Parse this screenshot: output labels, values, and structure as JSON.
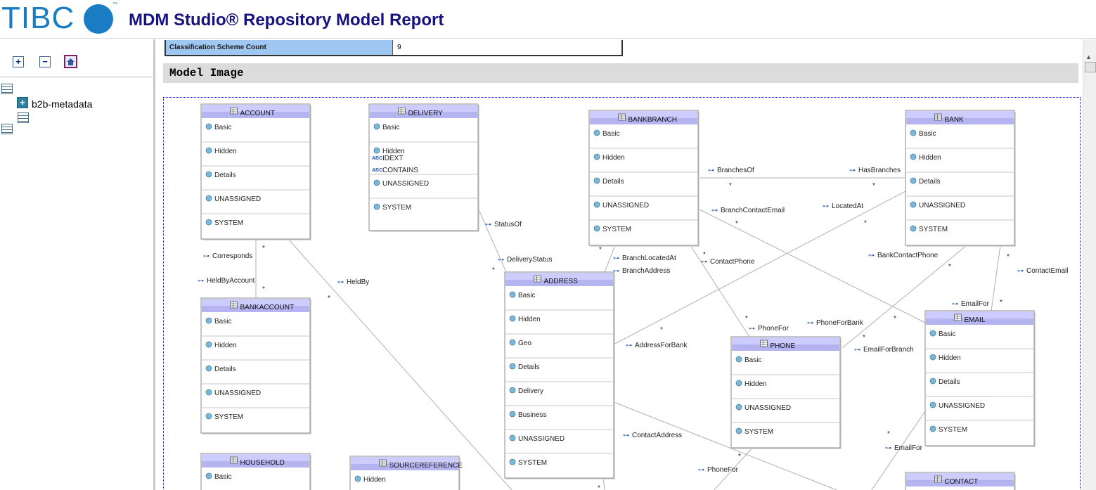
{
  "header": {
    "logo_text": "TIBC",
    "logo_tm": "™",
    "title": "MDM Studio® Repository Model Report"
  },
  "toolbar": {
    "expand_label": "+",
    "collapse_label": "−"
  },
  "tree": {
    "node_label": "b2b-metadata"
  },
  "summary": {
    "label": "Classification Scheme Count",
    "value": "9"
  },
  "section": {
    "title": "Model Image"
  },
  "colors": {
    "brand": "#1a7dc3",
    "title": "#16127e",
    "entity_header": "#ccccff",
    "count_label_bg": "#9ec8f2"
  },
  "entities": [
    {
      "id": "ACCOUNT",
      "groups": [
        "Basic",
        "Hidden",
        "Details",
        "UNASSIGNED",
        "SYSTEM"
      ]
    },
    {
      "id": "DELIVERY",
      "groups": [
        "Basic",
        "Hidden",
        "UNASSIGNED",
        "SYSTEM"
      ],
      "attributes": [
        "IDEXT",
        "CONTAINS"
      ]
    },
    {
      "id": "BANKBRANCH",
      "groups": [
        "Basic",
        "Hidden",
        "Details",
        "UNASSIGNED",
        "SYSTEM"
      ]
    },
    {
      "id": "BANK",
      "groups": [
        "Basic",
        "Hidden",
        "Details",
        "UNASSIGNED",
        "SYSTEM"
      ]
    },
    {
      "id": "BANKACCOUNT",
      "groups": [
        "Basic",
        "Hidden",
        "Details",
        "UNASSIGNED",
        "SYSTEM"
      ]
    },
    {
      "id": "ADDRESS",
      "groups": [
        "Basic",
        "Hidden",
        "Geo",
        "Details",
        "Delivery",
        "Business",
        "UNASSIGNED",
        "SYSTEM"
      ]
    },
    {
      "id": "PHONE",
      "groups": [
        "Basic",
        "Hidden",
        "UNASSIGNED",
        "SYSTEM"
      ]
    },
    {
      "id": "EMAIL",
      "groups": [
        "Basic",
        "Hidden",
        "Details",
        "UNASSIGNED",
        "SYSTEM"
      ]
    },
    {
      "id": "HOUSEHOLD",
      "groups": [
        "Basic"
      ]
    },
    {
      "id": "SOURCEREFERENCE",
      "groups": [
        "Hidden"
      ]
    },
    {
      "id": "CONTACT",
      "groups": []
    }
  ],
  "relationships": [
    "Corresponds",
    "HeldByAccount",
    "HeldBy",
    "StatusOf",
    "DeliveryStatus",
    "BranchLocatedAt",
    "BranchAddress",
    "BranchesOf",
    "HasBranches",
    "BranchContactEmail",
    "LocatedAt",
    "ContactPhone",
    "BankContactPhone",
    "ContactEmail",
    "EmailFor",
    "PhoneFor",
    "PhoneForBank",
    "AddressForBank",
    "EmailForBranch",
    "ContactAddress",
    "PhoneFor",
    "EmailFor"
  ],
  "multiplicity_mark": "*"
}
